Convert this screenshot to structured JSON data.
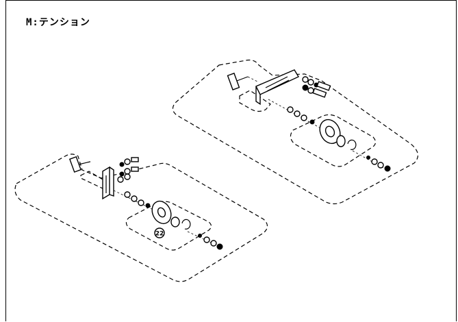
{
  "header": {
    "title": "M:テンション"
  },
  "assemblies": [
    {
      "name": "upper-tension-assembly"
    },
    {
      "name": "lower-tension-assembly",
      "callout": "22"
    }
  ]
}
